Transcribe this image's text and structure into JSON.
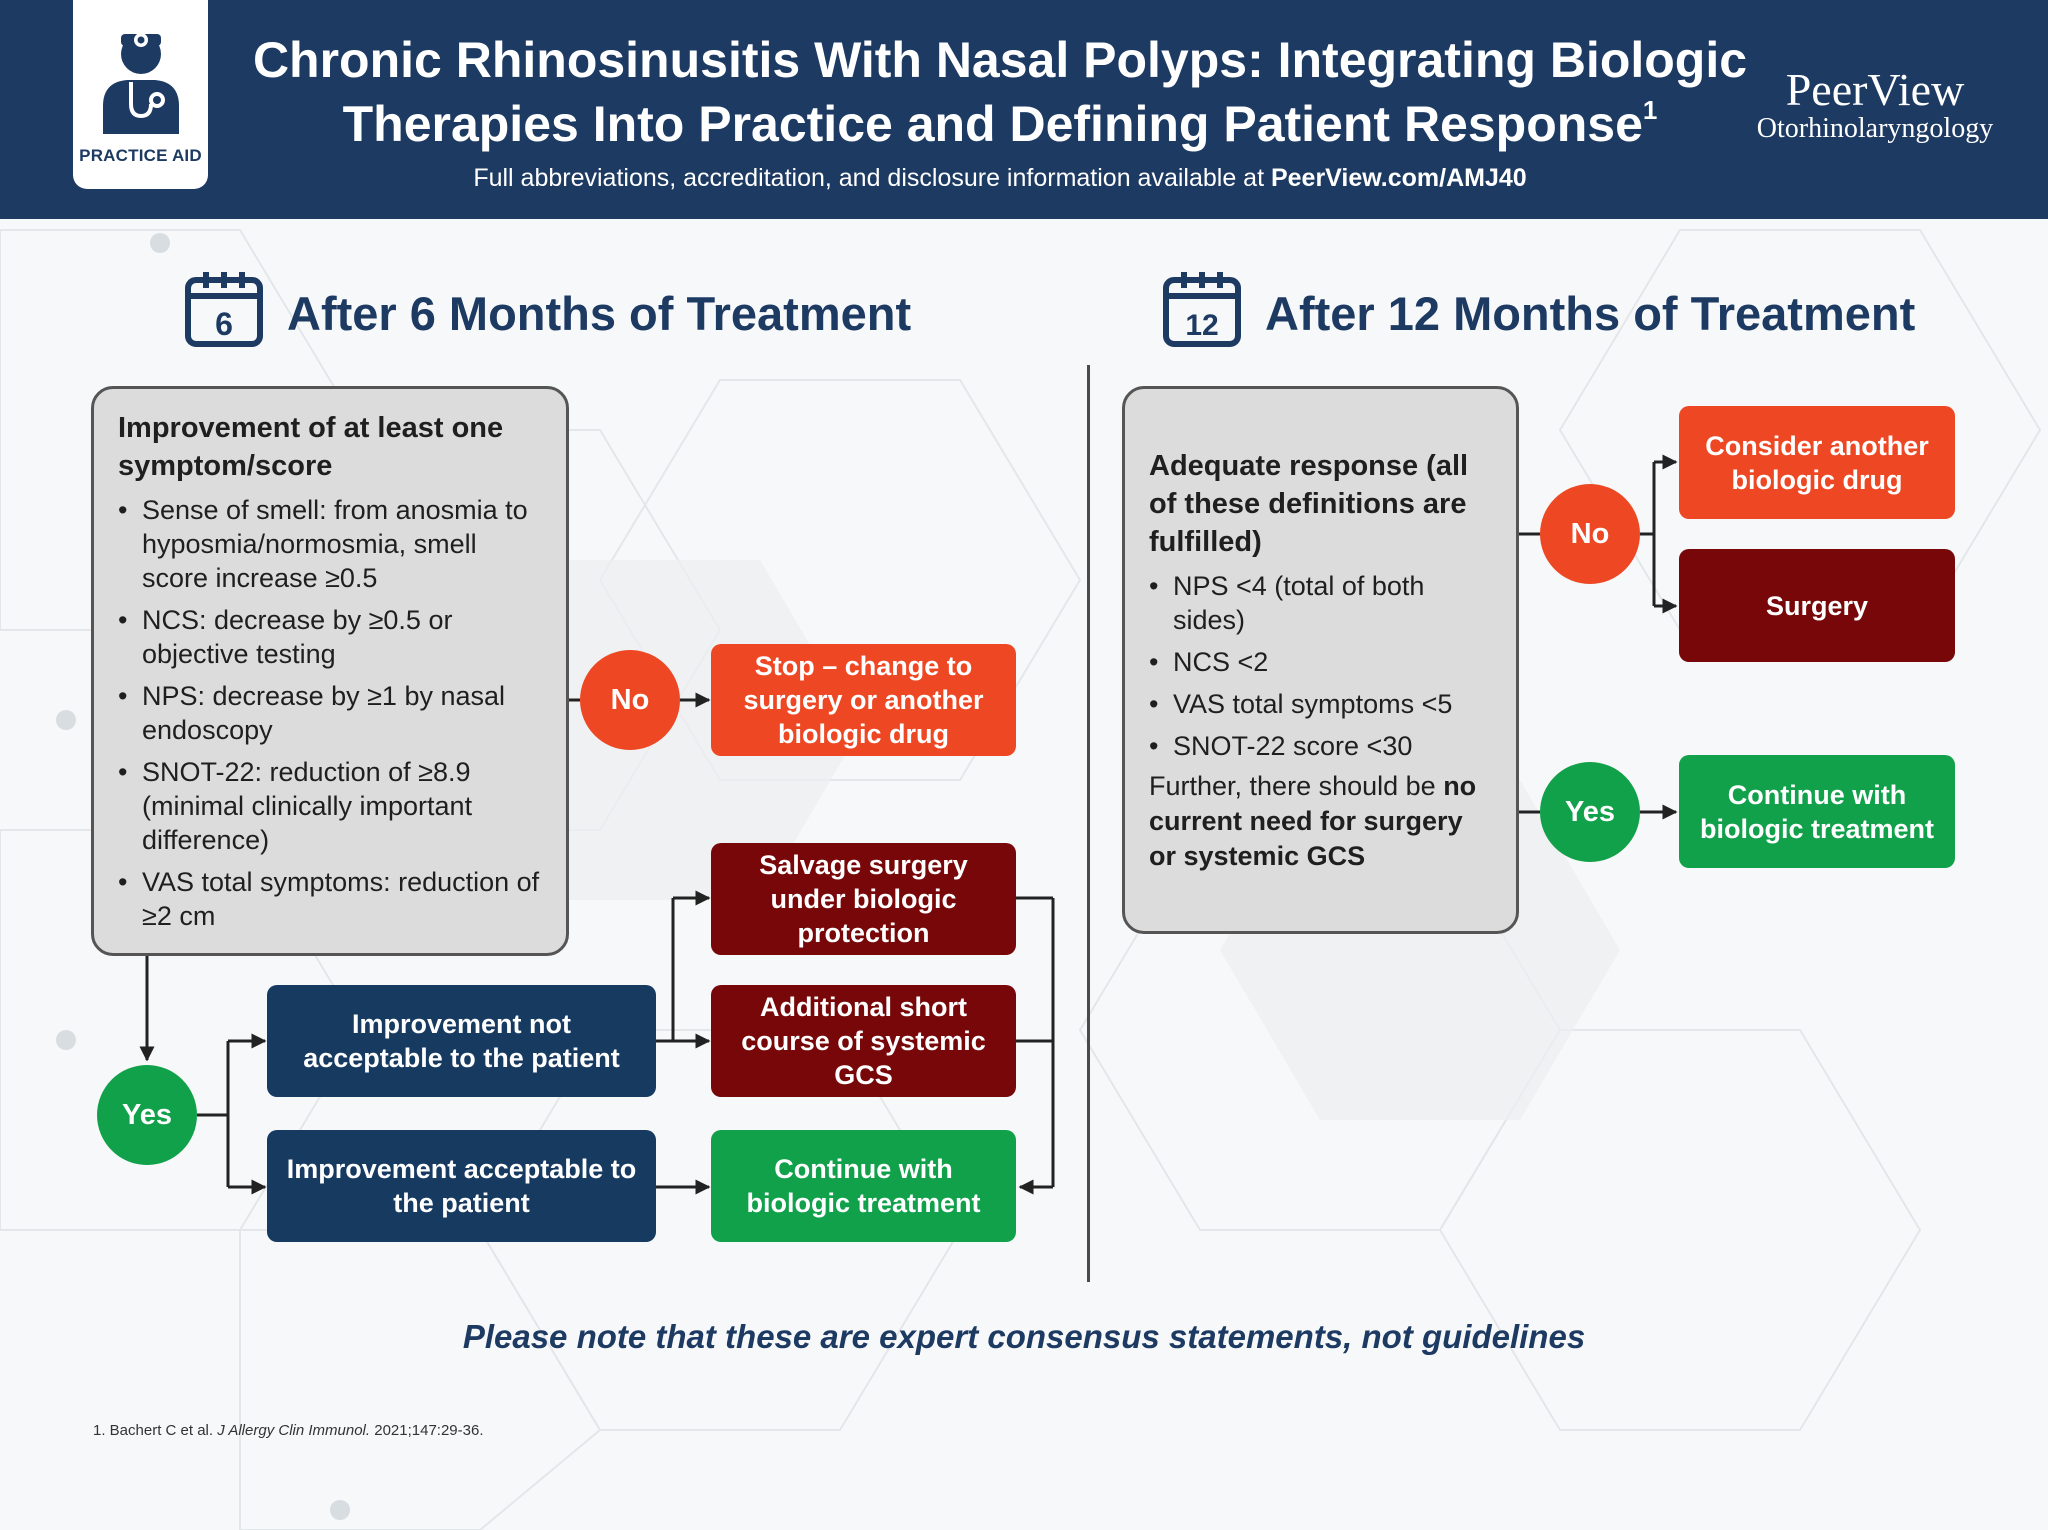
{
  "header": {
    "badge_label": "PRACTICE AID",
    "title_line1": "Chronic Rhinosinusitis With Nasal Polyps: Integrating Biologic",
    "title_line2": "Therapies Into Practice and Defining Patient Response",
    "title_sup": "1",
    "subtitle_prefix": "Full abbreviations, accreditation, and disclosure information available at ",
    "subtitle_link": "PeerView.com/AMJ40",
    "brand_name": "PeerView",
    "brand_specialty": "Otorhinolaryngology"
  },
  "left": {
    "calendar_number": "6",
    "title": "After 6 Months of Treatment",
    "criteria": {
      "heading": "Improvement of at least one symptom/score",
      "items": [
        "Sense of smell: from anosmia to hyposmia/normosmia, smell score increase ≥0.5",
        "NCS: decrease by ≥0.5 or objective testing",
        "NPS: decrease by ≥1 by nasal endoscopy",
        "SNOT-22: reduction of ≥8.9 (minimal clinically important difference)",
        "VAS total symptoms: reduction of ≥2 cm"
      ]
    },
    "no_label": "No",
    "yes_label": "Yes",
    "stop_box": "Stop – change to surgery or another biologic drug",
    "not_acceptable_box": "Improvement not acceptable to the patient",
    "acceptable_box": "Improvement acceptable to the patient",
    "salvage_box": "Salvage surgery under biologic protection",
    "gcs_box": "Additional short course of systemic GCS",
    "continue_box": "Continue with biologic treatment"
  },
  "right": {
    "calendar_number": "12",
    "title": "After 12 Months of Treatment",
    "criteria": {
      "heading": "Adequate response (all of these definitions are fulfilled)",
      "items": [
        "NPS <4 (total of both sides)",
        "NCS <2",
        "VAS total symptoms <5",
        "SNOT-22 score <30"
      ],
      "after_text": "Further, there should be ",
      "after_bold": "no current need for surgery or systemic GCS"
    },
    "no_label": "No",
    "yes_label": "Yes",
    "another_biologic_box": "Consider another biologic drug",
    "surgery_box": "Surgery",
    "continue_box": "Continue with biologic treatment"
  },
  "footer": {
    "note": "Please note that these are expert consensus statements, not guidelines",
    "ref_prefix": "1. Bachert C et al. ",
    "ref_journal": "J Allergy Clin Immunol.",
    "ref_suffix": " 2021;147:29-36."
  },
  "colors": {
    "navy": "#1d3a63",
    "orange": "#ee4723",
    "maroon": "#770708",
    "green": "#12a14b",
    "grey_box": "#dcdcdc"
  }
}
